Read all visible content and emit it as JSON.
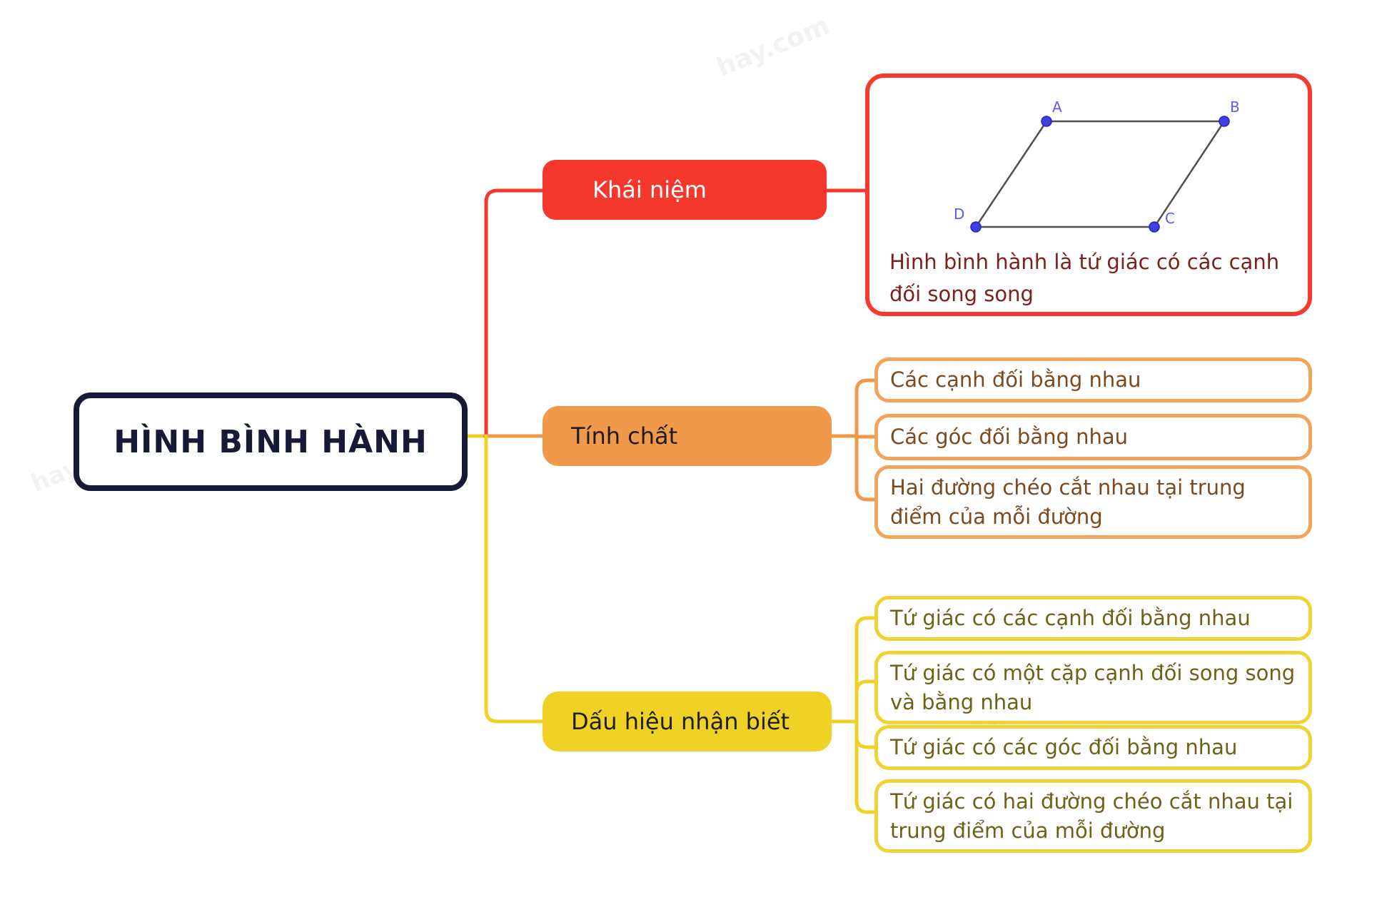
{
  "root": {
    "title": "HÌNH BÌNH HÀNH"
  },
  "colors": {
    "root_border": "#171a36",
    "branch_red": "#f4392c",
    "branch_orange": "#f0994b",
    "branch_yellow": "#f0d226",
    "child_border_orange": "#f2a459",
    "child_border_yellow": "#efd335",
    "definition_text": "#7d211d",
    "orange_child_text": "#7b4a1f",
    "yellow_child_text": "#6e6118",
    "diagram_line": "#4f4f4f",
    "diagram_point_fill": "#4040e0",
    "diagram_point_stroke": "#2626b8",
    "diagram_label": "#5c5cf2"
  },
  "branches": {
    "khai_niem": {
      "label": "Khái niệm",
      "definition": "Hình bình hành là tứ giác có các cạnh đối song song",
      "diagram": {
        "labels": [
          "A",
          "B",
          "C",
          "D"
        ]
      }
    },
    "tinh_chat": {
      "label": "Tính chất",
      "items": [
        {
          "label": "Các cạnh đối bằng nhau"
        },
        {
          "label": "Các góc đối bằng nhau"
        },
        {
          "label": "Hai đường chéo cắt nhau tại trung điểm của mỗi đường"
        }
      ]
    },
    "dau_hieu": {
      "label": "Dấu hiệu nhận biết",
      "items": [
        {
          "label": "Tứ giác có các cạnh đối bằng nhau"
        },
        {
          "label": "Tứ giác có một cặp cạnh đối song song và bằng nhau"
        },
        {
          "label": "Tứ giác có các góc đối bằng nhau"
        },
        {
          "label": "Tứ giác có hai đường chéo cắt nhau tại trung điểm của mỗi đường"
        }
      ]
    }
  },
  "watermark": "hay.com"
}
